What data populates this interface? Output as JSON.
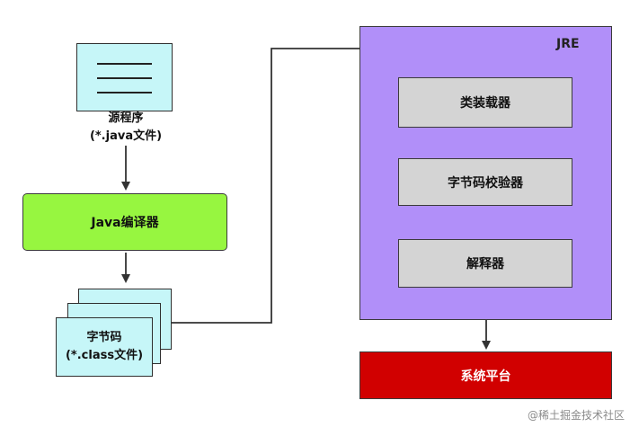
{
  "source": {
    "line1": "源程序",
    "line2": "(*.java文件)"
  },
  "compiler": {
    "label": "Java编译器"
  },
  "bytecode": {
    "line1": "字节码",
    "line2": "(*.class文件)"
  },
  "jre": {
    "title": "JRE",
    "stages": [
      {
        "label": "类装载器"
      },
      {
        "label": "字节码校验器"
      },
      {
        "label": "解释器"
      }
    ]
  },
  "platform": {
    "label": "系统平台"
  },
  "watermark": {
    "text": "@稀土掘金技术社区"
  },
  "colors": {
    "source_fill": "#c6f6f8",
    "compiler_fill": "#97f640",
    "jre_fill": "#b18ff9",
    "stage_fill": "#d4d4d4",
    "platform_fill": "#d10000"
  }
}
